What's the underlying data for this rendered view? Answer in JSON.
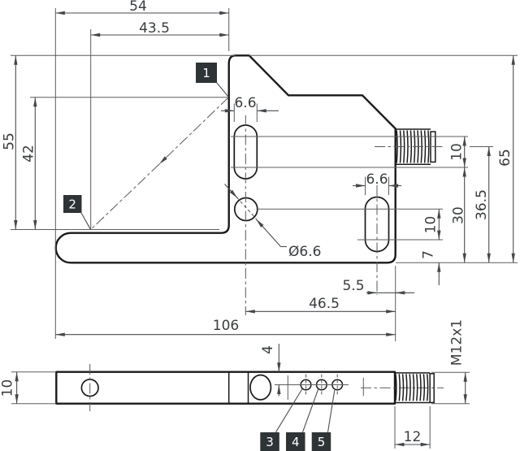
{
  "drawing": {
    "dims": {
      "overall_width": "54",
      "inner_width": "43.5",
      "left_height": "55",
      "inner_height": "42",
      "upper_slot_width": "6.6",
      "upper_slot_centers": "10",
      "lower_slot_width": "6.6",
      "lower_slot_centers": "10",
      "lower_slot_bottom": "7",
      "hole_diameter": "Ø6.6",
      "overall_height": "65",
      "thread_axis_height": "36.5",
      "lower_center_height": "30",
      "slot_edge_offset": "5.5",
      "hole_to_edge": "46.5",
      "overall_length": "106",
      "body_thickness": "10",
      "led_row_offset": "4",
      "thread_length": "12",
      "thread_spec": "M12x1"
    },
    "callouts": {
      "one": "1",
      "two": "2",
      "three": "3",
      "four": "4",
      "five": "5"
    },
    "colors": {
      "outline": "#1a1a1a",
      "dimension_lines": "#55585a",
      "callout_background": "#2e3436",
      "callout_text": "#ffffff"
    }
  }
}
